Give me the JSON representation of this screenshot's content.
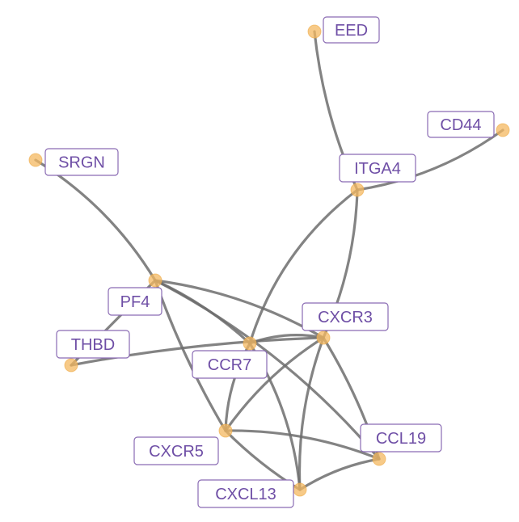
{
  "graph": {
    "nodes": [
      "EED",
      "CD44",
      "SRGN",
      "ITGA4",
      "PF4",
      "THBD",
      "CXCR3",
      "CCR7",
      "CCL19",
      "CXCR5",
      "CXCL13"
    ],
    "edges": [
      [
        "EED",
        "ITGA4"
      ],
      [
        "CD44",
        "ITGA4"
      ],
      [
        "SRGN",
        "PF4"
      ],
      [
        "PF4",
        "THBD"
      ],
      [
        "PF4",
        "CXCR3"
      ],
      [
        "PF4",
        "CCR7"
      ],
      [
        "PF4",
        "CXCR5"
      ],
      [
        "PF4",
        "CCL19"
      ],
      [
        "ITGA4",
        "CCR7"
      ],
      [
        "ITGA4",
        "CXCR3"
      ],
      [
        "THBD",
        "CXCR3"
      ],
      [
        "CCR7",
        "CXCR3"
      ],
      [
        "CCR7",
        "CXCR5"
      ],
      [
        "CCR7",
        "CXCL13"
      ],
      [
        "CXCR3",
        "CXCR5"
      ],
      [
        "CXCR3",
        "CXCL13"
      ],
      [
        "CXCR3",
        "CCL19"
      ],
      [
        "CXCR5",
        "CCL19"
      ],
      [
        "CXCR5",
        "CXCL13"
      ],
      [
        "CXCL13",
        "CCL19"
      ]
    ]
  }
}
